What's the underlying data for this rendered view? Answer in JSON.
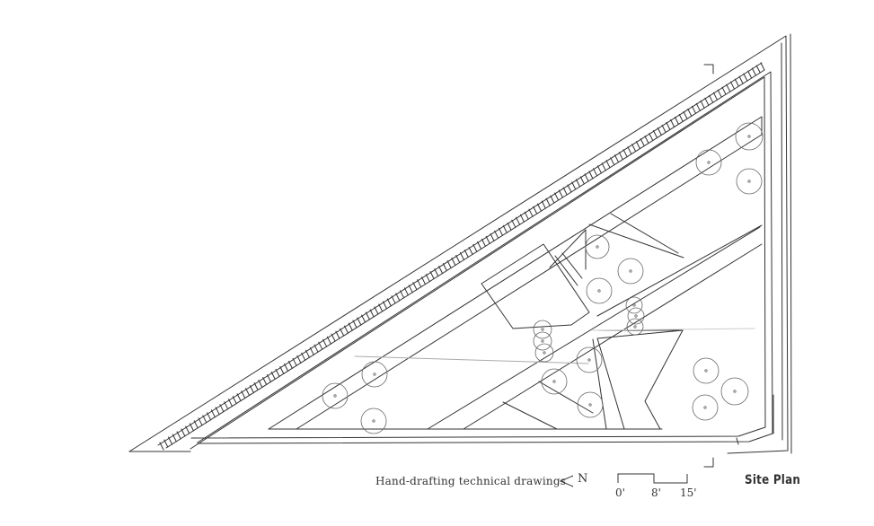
{
  "caption": "Hand-drafting technical drawings",
  "north_label": "N",
  "scale_bar": {
    "ticks": [
      "0'",
      "8'",
      "15'"
    ]
  },
  "title": "Site Plan",
  "icons": {
    "north_arrow": "north-arrow-icon",
    "tree": "tree-symbol-icon"
  },
  "colors": {
    "ink": "#333333",
    "paper": "#ffffff"
  }
}
